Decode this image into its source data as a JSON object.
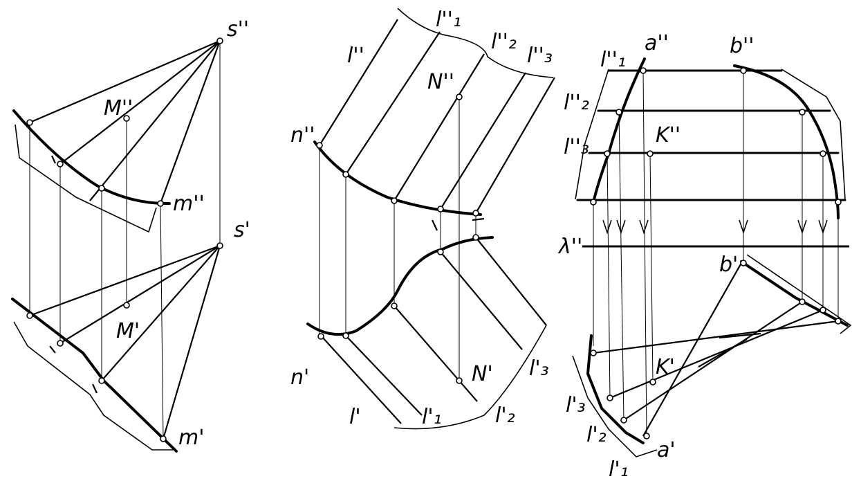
{
  "figures": {
    "cone": {
      "labels": {
        "s2": "s''",
        "s1": "s'",
        "M2": "M''",
        "M1": "M'",
        "m2": "m''",
        "m1": "m'"
      }
    },
    "cylinder": {
      "labels": {
        "l2": "l''",
        "l1_2": "l''₁",
        "l2_2": "l''₂",
        "l3_2": "l''₃",
        "N2": "N''",
        "n2": "n''",
        "n1": "n'",
        "N1": "N'",
        "l1": "l'",
        "l1_1": "l'₁",
        "l2_1": "l'₂",
        "l3_1": "l'₃"
      }
    },
    "conoid": {
      "labels": {
        "a2": "a''",
        "b2": "b''",
        "l1_2": "l''₁",
        "l2_2": "l''₂",
        "l3_2": "l''₃",
        "K2": "K''",
        "lambda2": "λ''",
        "b1": "b'",
        "K1": "K'",
        "l3_1": "l'₃",
        "l2_1": "l'₂",
        "a1": "a'",
        "l1_1": "l'₁"
      }
    }
  }
}
